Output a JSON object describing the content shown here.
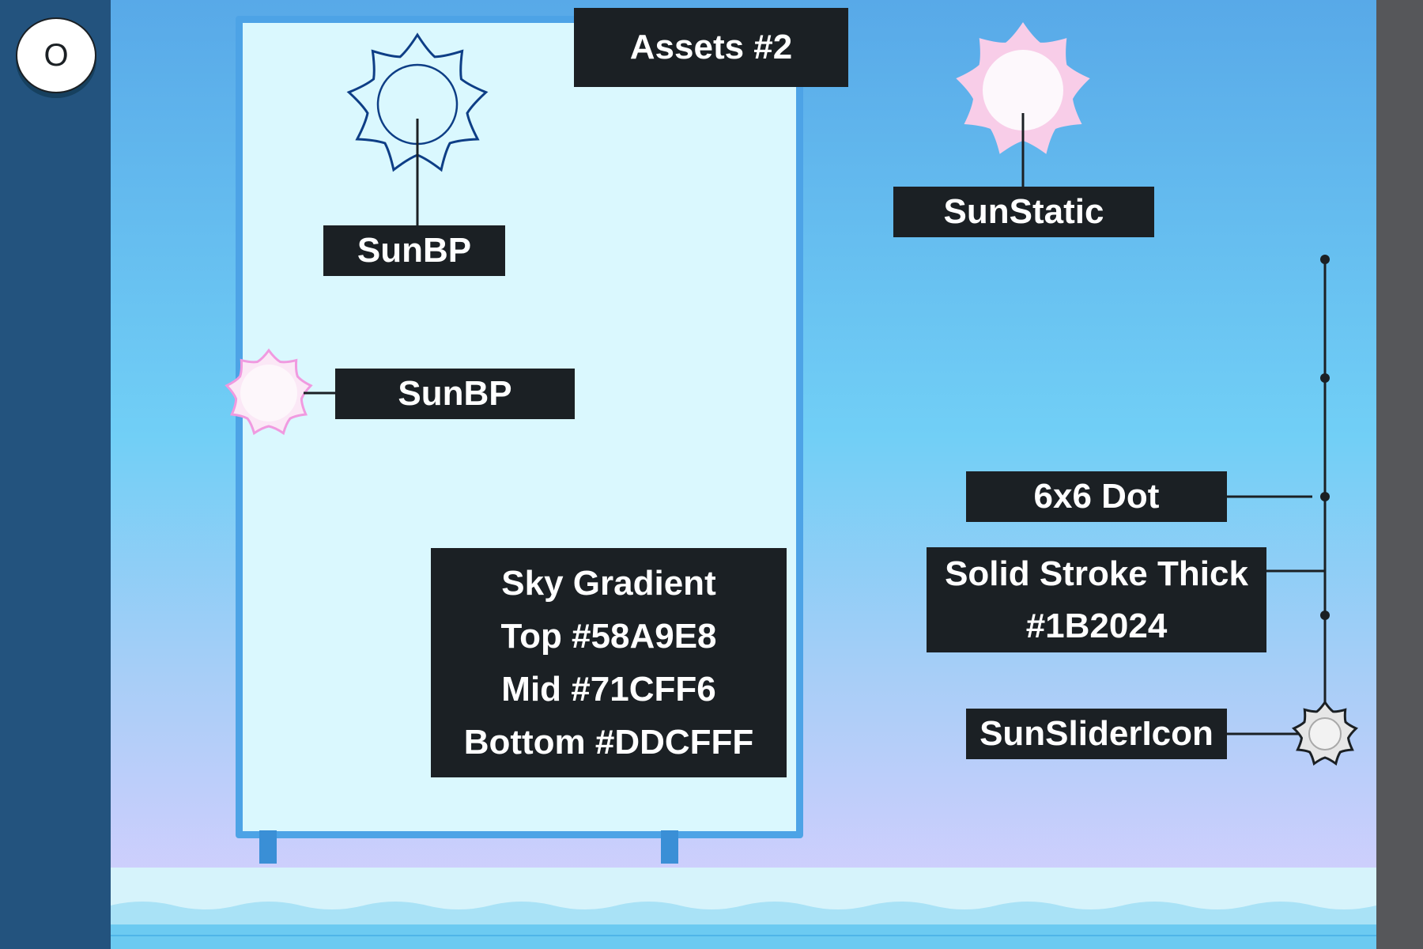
{
  "header": {
    "title": "Assets #2"
  },
  "toolbar": {
    "circle_button_label": "O"
  },
  "labels": {
    "sun_bp_large": "SunBP",
    "sun_bp_small": "SunBP",
    "sun_static": "SunStatic",
    "sky_gradient": [
      "Sky Gradient",
      "Top #58A9E8",
      "Mid #71CFF6",
      "Bottom #DDCFFF"
    ],
    "dot": "6x6 Dot",
    "stroke": [
      "Solid Stroke Thick",
      "#1B2024"
    ],
    "slider_icon": "SunSliderIcon"
  },
  "colors": {
    "sky_top": "#58A9E8",
    "sky_mid": "#71CFF6",
    "sky_bottom": "#DDCFFF",
    "stroke": "#1B2024",
    "board_fill": "#DAF8FE",
    "board_border": "#4DA3E6",
    "sun_outline": "#0E3E86",
    "sun_pink": "#F6C9E6"
  },
  "icons": [
    "sun-outline-icon",
    "sun-pink-small-icon",
    "sun-static-icon",
    "sun-slider-icon"
  ]
}
